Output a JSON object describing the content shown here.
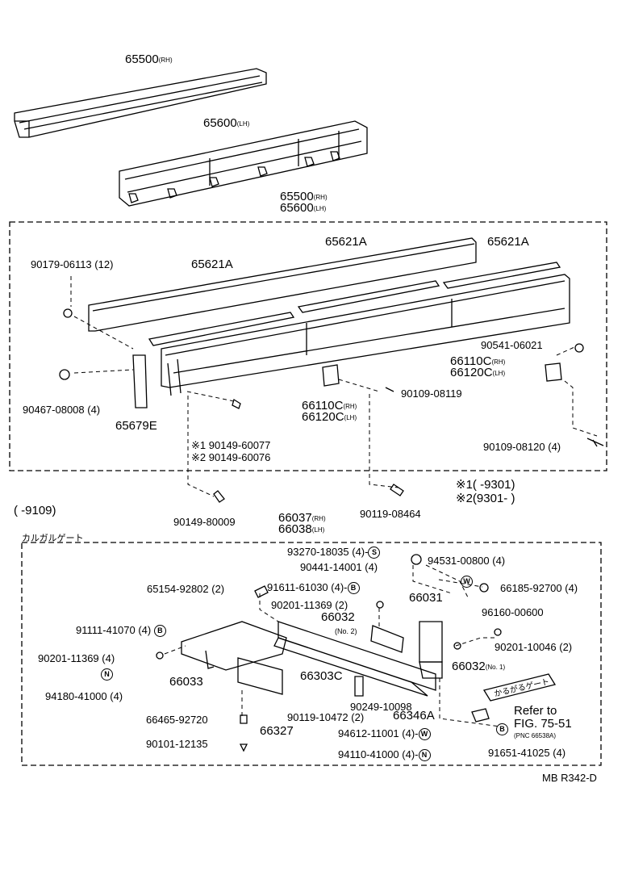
{
  "diagram_id": "MB R342-D",
  "top_parts": {
    "p65500_rh": {
      "num": "65500",
      "side": "(RH)"
    },
    "p65600_lh": {
      "num": "65600",
      "side": "(LH)"
    },
    "group_a": {
      "num": "65500",
      "side": "(RH)"
    },
    "group_b": {
      "num": "65600",
      "side": "(LH)"
    }
  },
  "upper_box": {
    "rail_a1": "65621A",
    "rail_a2": "65621A",
    "rail_a3": "65621A",
    "p1": "90179-06113 (12)",
    "p2": "90467-08008 (4)",
    "p3": "65679E",
    "p4_mark": "※1",
    "p4": "90149-60077",
    "p5_mark": "※2",
    "p5": "90149-60076",
    "p6a": "66110C",
    "p6a_side": "(RH)",
    "p6b": "66120C",
    "p6b_side": "(LH)",
    "p7": "90109-08119",
    "p8": "90541-06021",
    "p9a": "66110C",
    "p9a_side": "(RH)",
    "p9b": "66120C",
    "p9b_side": "(LH)",
    "p10": "90109-08120 (4)"
  },
  "below_upper": {
    "p11": "90149-80009",
    "p12": "90119-08464",
    "note1_mark": "※1",
    "note1": "(        -9301)",
    "note2_mark": "※2",
    "note2": "(9301-        )",
    "range": "(        -9109)"
  },
  "lower_box": {
    "title": "カルガルゲート",
    "group_a": "66037",
    "group_a_side": "(RH)",
    "group_b": "66038",
    "group_b_side": "(LH)",
    "p1": "93270-18035 (4)-",
    "p1_badge": "S",
    "p2": "90441-14001 (4)",
    "p3": "94531-00800 (4)",
    "p3_badge": "W",
    "p4": "66185-92700 (4)",
    "p5": "65154-92802 (2)",
    "p6": "91611-61030 (4)-",
    "p6_badge": "B",
    "p7": "90201-11369 (2)",
    "p8": "66031",
    "p9": "96160-00600",
    "p10": "91111-41070 (4)",
    "p10_badge": "B",
    "p11": "66032",
    "p11_note": "(No. 2)",
    "p12": "90201-11369 (4)",
    "p13": "90201-10046 (2)",
    "p14": "66032",
    "p14_note": "(No. 1)",
    "p15": "94180-41000 (4)",
    "p15_badge": "N",
    "p16": "66033",
    "p17": "66303C",
    "p18": "66465-92720",
    "p19": "90119-10472 (2)",
    "p20": "90249-10098",
    "p21": "66346A",
    "p22": "66327",
    "p23": "94612-11001 (4)-",
    "p23_badge": "W",
    "p24": "90101-12135",
    "p25": "94110-41000 (4)-",
    "p25_badge": "N",
    "p26": "91651-41025 (4)",
    "p26_badge": "B",
    "refer1": "Refer to",
    "refer2": "FIG. 75-51",
    "refer3": "(PNC 66538A)",
    "plate_text": "かるがるゲート"
  }
}
